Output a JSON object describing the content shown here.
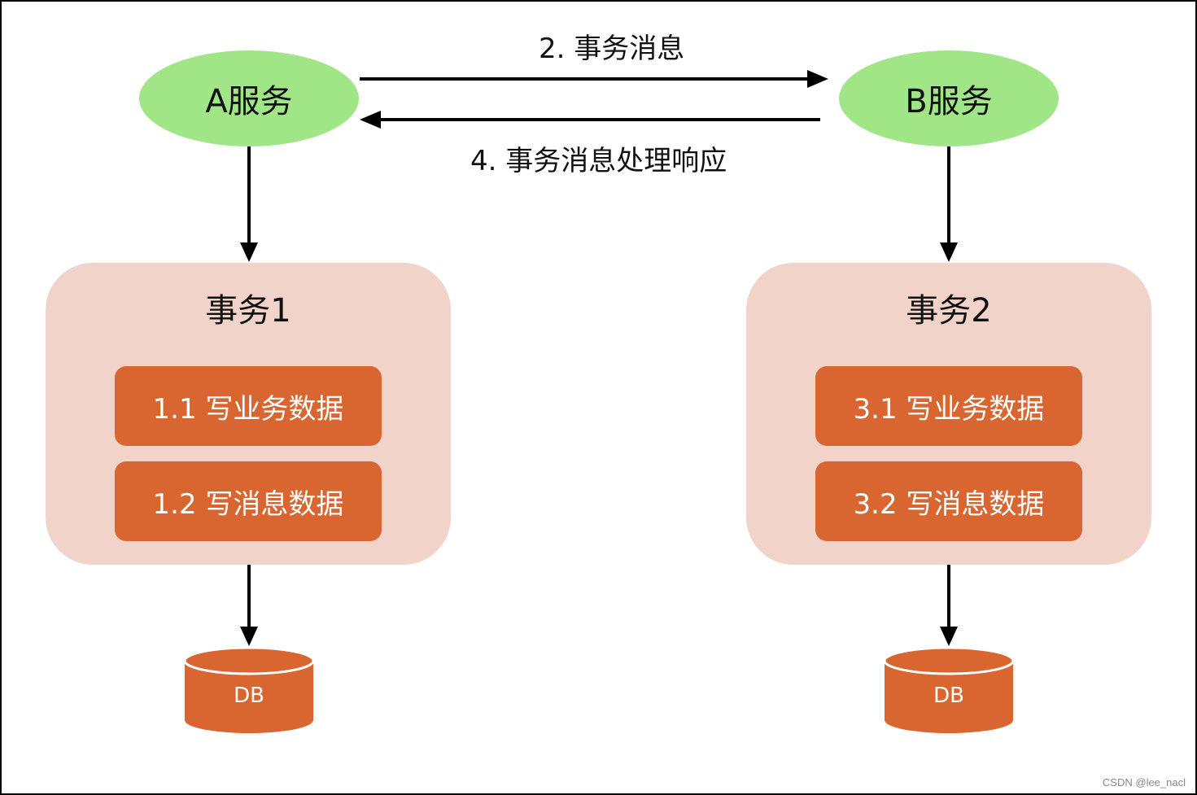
{
  "services": {
    "a": "A服务",
    "b": "B服务"
  },
  "messages": {
    "send": "2. 事务消息",
    "reply": "4. 事务消息处理响应"
  },
  "transaction1": {
    "title": "事务1",
    "step1": "1.1 写业务数据",
    "step2": "1.2 写消息数据",
    "db": "DB"
  },
  "transaction2": {
    "title": "事务2",
    "step1": "3.1 写业务数据",
    "step2": "3.2 写消息数据",
    "db": "DB"
  },
  "watermark": "CSDN @lee_nacl",
  "colors": {
    "service": "#a0e686",
    "panel": "#f1d3ca",
    "step": "#d96631",
    "db": "#d96631",
    "line": "#000000"
  }
}
